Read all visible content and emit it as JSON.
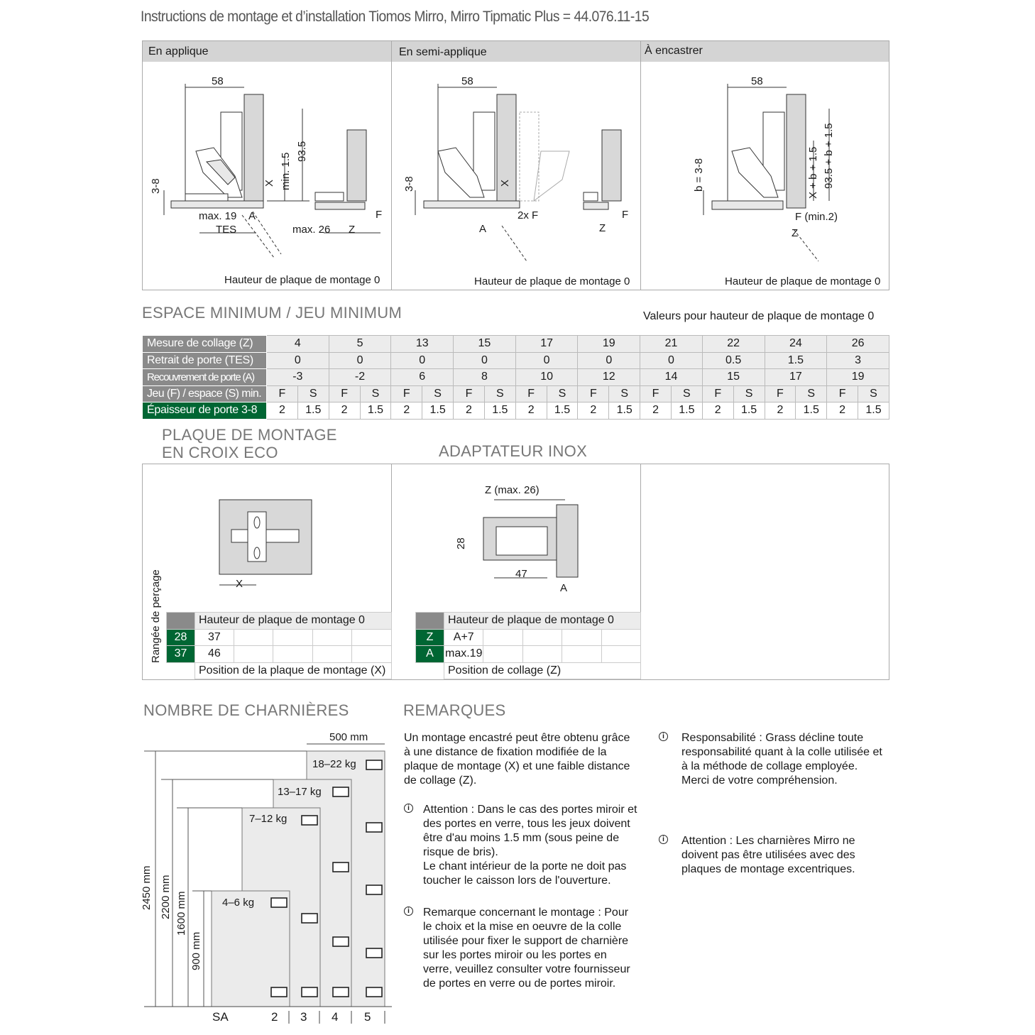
{
  "title": "Instructions de montage et d’installation Tiomos Mirro, Mirro Tipmatic Plus = 44.076.11-15",
  "panels": [
    {
      "header": "En applique",
      "caption": "Hauteur de plaque de montage 0",
      "labels": {
        "w": "58",
        "h": "93.5",
        "min": "min. 1.5",
        "x": "X",
        "r": "3-8",
        "max19": "max. 19",
        "a": "A",
        "tes": "TES",
        "max26": "max. 26",
        "z": "Z",
        "f": "F"
      }
    },
    {
      "header": "En semi-applique",
      "caption": "Hauteur de plaque de montage 0",
      "labels": {
        "w": "58",
        "r": "3-8",
        "x": "X",
        "a": "A",
        "f2": "2x F",
        "z": "Z",
        "f": "F"
      }
    },
    {
      "header": "À encastrer",
      "caption": "Hauteur de plaque de montage 0",
      "labels": {
        "w": "58",
        "b": "b = 3-8",
        "xb": "X + b + 1.5",
        "hb": "93.5 + b + 1.5",
        "fmin": "F (min.2)",
        "z": "Z"
      }
    }
  ],
  "min_section": {
    "title": "ESPACE MINIMUM / JEU MINIMUM",
    "note": "Valeurs pour hauteur de plaque de montage 0",
    "row_labels": [
      "Mesure de collage (Z)",
      "Retrait de porte (TES)",
      "Recouvrement de porte (A)",
      "Jeu (F) / espace (S) min.",
      "Épaisseur de porte 3-8"
    ],
    "z": [
      "4",
      "5",
      "13",
      "15",
      "17",
      "19",
      "21",
      "22",
      "24",
      "26"
    ],
    "tes": [
      "0",
      "0",
      "0",
      "0",
      "0",
      "0",
      "0",
      "0.5",
      "1.5",
      "3"
    ],
    "a": [
      "-3",
      "-2",
      "6",
      "8",
      "10",
      "12",
      "14",
      "15",
      "17",
      "19"
    ],
    "f_label": "F",
    "s_label": "S",
    "f_value": "2",
    "s_value": "1.5"
  },
  "plate": {
    "title1": "PLAQUE DE MONTAGE",
    "title2": "EN CROIX ECO",
    "x": "X",
    "side": "Rangée de perçage",
    "header": "Hauteur de plaque de montage 0",
    "rows": [
      {
        "key": "28",
        "val": "37"
      },
      {
        "key": "37",
        "val": "46"
      }
    ],
    "footer": "Position de la plaque de montage (X)"
  },
  "adapter": {
    "title": "ADAPTATEUR INOX",
    "zmax": "Z (max. 26)",
    "d28": "28",
    "d47": "47",
    "a": "A",
    "header": "Hauteur de plaque de montage 0",
    "rows": [
      {
        "key": "Z",
        "val": "A+7"
      },
      {
        "key": "A",
        "val": "max.19"
      }
    ],
    "footer": "Position de collage (Z)"
  },
  "hinges": {
    "title": "NOMBRE DE CHARNIÈRES",
    "width": "500 mm",
    "weights": [
      "18–22 kg",
      "13–17 kg",
      "7–12 kg",
      "4–6 kg"
    ],
    "heights": [
      "2450 mm",
      "2200 mm",
      "1600 mm",
      "900 mm"
    ],
    "axis": [
      "SA",
      "2",
      "3",
      "4",
      "5"
    ]
  },
  "remarks": {
    "title": "REMARQUES",
    "intro": "Un montage encastré peut être obtenu grâce à une distance de fixation modifiée de la plaque de montage (X) et une faible distance de collage (Z).",
    "attention1": "Attention : Dans le cas des portes miroir et des portes en verre, tous les jeux doivent être d'au moins 1.5 mm (sous peine de risque de bris).",
    "attention1b": "Le chant intérieur de la porte ne doit pas toucher le caisson lors de l'ouverture.",
    "montage": "Remarque concernant le montage : Pour le choix et la mise en oeuvre de la colle utilisée pour fixer le support de charnière sur les portes miroir ou les portes en verre, veuillez consulter votre fournisseur de portes en verre ou de portes miroir.",
    "responsabilite": "Responsabilité : Grass décline toute responsabilité quant à la colle utilisée et à la méthode de collage employée. Merci de votre compréhension.",
    "attention2": "Attention : Les charnières Mirro ne doivent pas être utilisées avec des plaques de montage excentriques.",
    "info_icon": "i"
  },
  "colors": {
    "green": "#006633",
    "gray": "#8a8a8a",
    "header": "#d4d4d4"
  }
}
